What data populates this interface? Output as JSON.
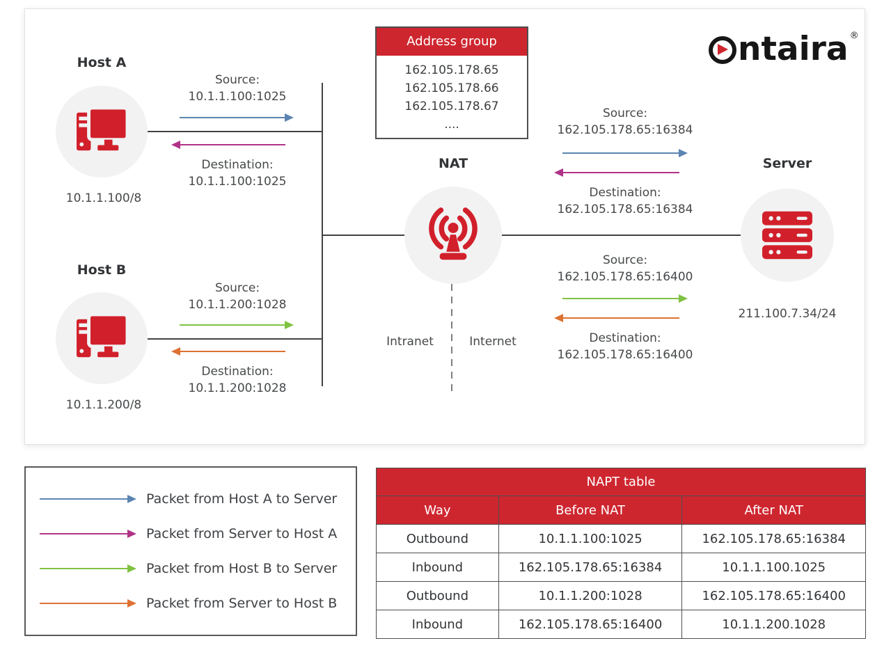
{
  "colors": {
    "brand_red": "#ce262f",
    "icon_red": "#d1202b",
    "arrow_blue": "#5b84b1",
    "arrow_magenta": "#b03387",
    "arrow_green": "#7fc241",
    "arrow_orange": "#dd7233"
  },
  "logo": {
    "text": "ntaira",
    "reg": "®"
  },
  "diagram": {
    "host_a": {
      "title": "Host A",
      "address": "10.1.1.100/8",
      "source_label": "Source:",
      "source_value": "10.1.1.100:1025",
      "dest_label": "Destination:",
      "dest_value": "10.1.1.100:1025"
    },
    "host_b": {
      "title": "Host B",
      "address": "10.1.1.200/8",
      "source_label": "Source:",
      "source_value": "10.1.1.200:1028",
      "dest_label": "Destination:",
      "dest_value": "10.1.1.200:1028"
    },
    "address_group": {
      "title": "Address group",
      "entries": [
        "162.105.178.65",
        "162.105.178.66",
        "162.105.178.67",
        "...."
      ]
    },
    "nat": {
      "title": "NAT",
      "left_zone": "Intranet",
      "right_zone": "Internet"
    },
    "server": {
      "title": "Server",
      "address": "211.100.7.34/24"
    },
    "flow_a": {
      "source_label": "Source:",
      "source_value": "162.105.178.65:16384",
      "dest_label": "Destination:",
      "dest_value": "162.105.178.65:16384"
    },
    "flow_b": {
      "source_label": "Source:",
      "source_value": "162.105.178.65:16400",
      "dest_label": "Destination:",
      "dest_value": "162.105.178.65:16400"
    }
  },
  "legend": {
    "items": [
      {
        "label": "Packet from Host A to Server"
      },
      {
        "label": "Packet from Server to Host A"
      },
      {
        "label": "Packet from Host B to Server"
      },
      {
        "label": "Packet from Server to Host B"
      }
    ]
  },
  "napt": {
    "title": "NAPT table",
    "headers": [
      "Way",
      "Before NAT",
      "After NAT"
    ],
    "rows": [
      [
        "Outbound",
        "10.1.1.100:1025",
        "162.105.178.65:16384"
      ],
      [
        "Inbound",
        "162.105.178.65:16384",
        "10.1.1.100.1025"
      ],
      [
        "Outbound",
        "10.1.1.200:1028",
        "162.105.178.65:16400"
      ],
      [
        "Inbound",
        "162.105.178.65:16400",
        "10.1.1.200.1028"
      ]
    ]
  }
}
